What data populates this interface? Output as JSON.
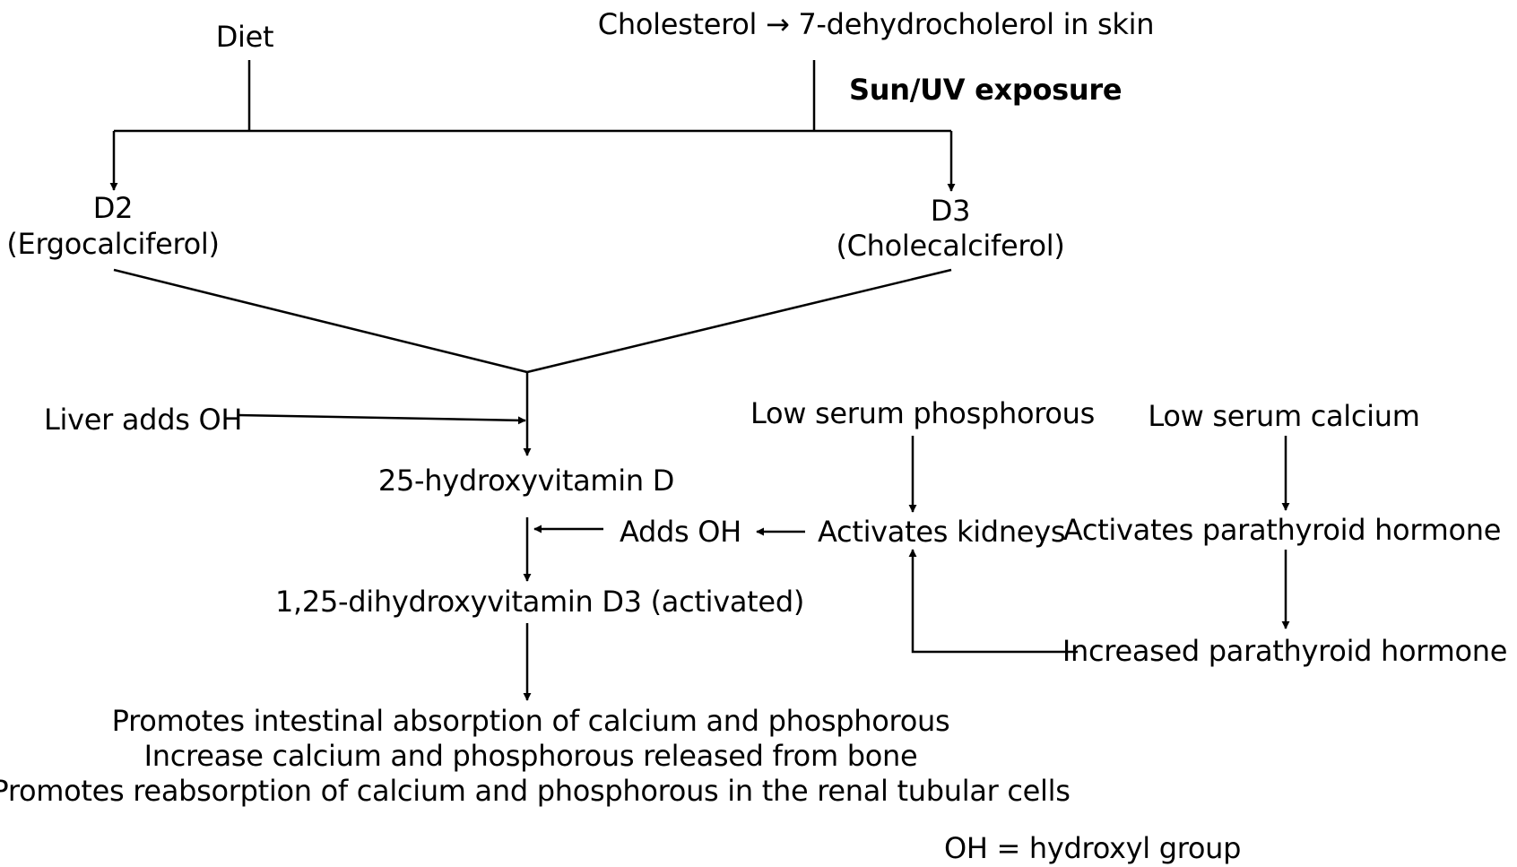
{
  "nodes": {
    "diet": "Diet",
    "cholesterol": "Cholesterol → 7-dehydrocholerol in skin",
    "sun": "Sun/UV exposure",
    "d2_name": "D2",
    "d2_sub": "(Ergocalciferol)",
    "d3_name": "D3",
    "d3_sub": "(Cholecalciferol)",
    "liver": "Liver adds OH",
    "hydroxy25": "25-hydroxyvitamin D",
    "adds_oh": "Adds OH",
    "activates_kidneys": "Activates kidneys",
    "dihydroxy": "1,25-dihydroxyvitamin D3 (activated)",
    "low_phos": "Low serum phosphorous",
    "low_ca": "Low serum calcium",
    "activates_pth": "Activates parathyroid hormone",
    "increased_pth": "Increased parathyroid hormone"
  },
  "outcomes": [
    "Promotes intestinal absorption of calcium and phosphorous",
    "Increase calcium and phosphorous released from bone",
    "Promotes reabsorption of calcium and phosphorous in the renal tubular cells"
  ],
  "legend": "OH = hydroxyl group"
}
